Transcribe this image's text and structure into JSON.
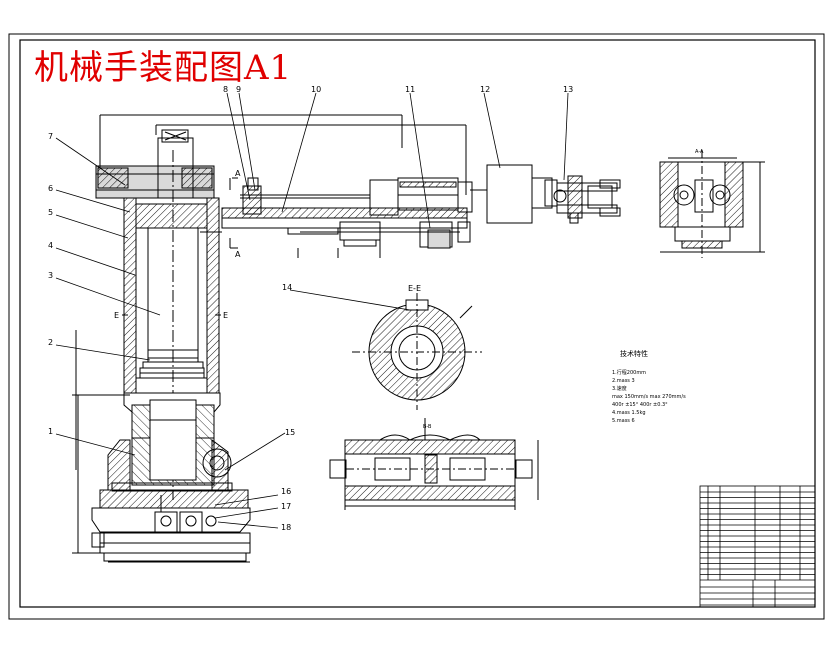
{
  "drawing": {
    "title": "机械手装配图A1",
    "part_numbers": [
      "1",
      "2",
      "3",
      "4",
      "5",
      "6",
      "7",
      "8",
      "9",
      "10",
      "11",
      "12",
      "13",
      "14",
      "15",
      "16",
      "17",
      "18"
    ],
    "section_labels": {
      "aa_top": "A-A",
      "a_upper": "A",
      "a_lower": "A",
      "ee_top": "E-E",
      "e_left": "E",
      "e_right": "E",
      "bb_top": "B-B"
    },
    "tech_notes": {
      "heading": "技术特性",
      "lines": [
        "1.行程200mm",
        "2.mass 3",
        "3.速度",
        "   max 150mm/s  max 270mm/s",
        "   400r  ±15°  400r  ±0.3°",
        "4.mass 1.5kg",
        "5.mass 6"
      ]
    }
  }
}
